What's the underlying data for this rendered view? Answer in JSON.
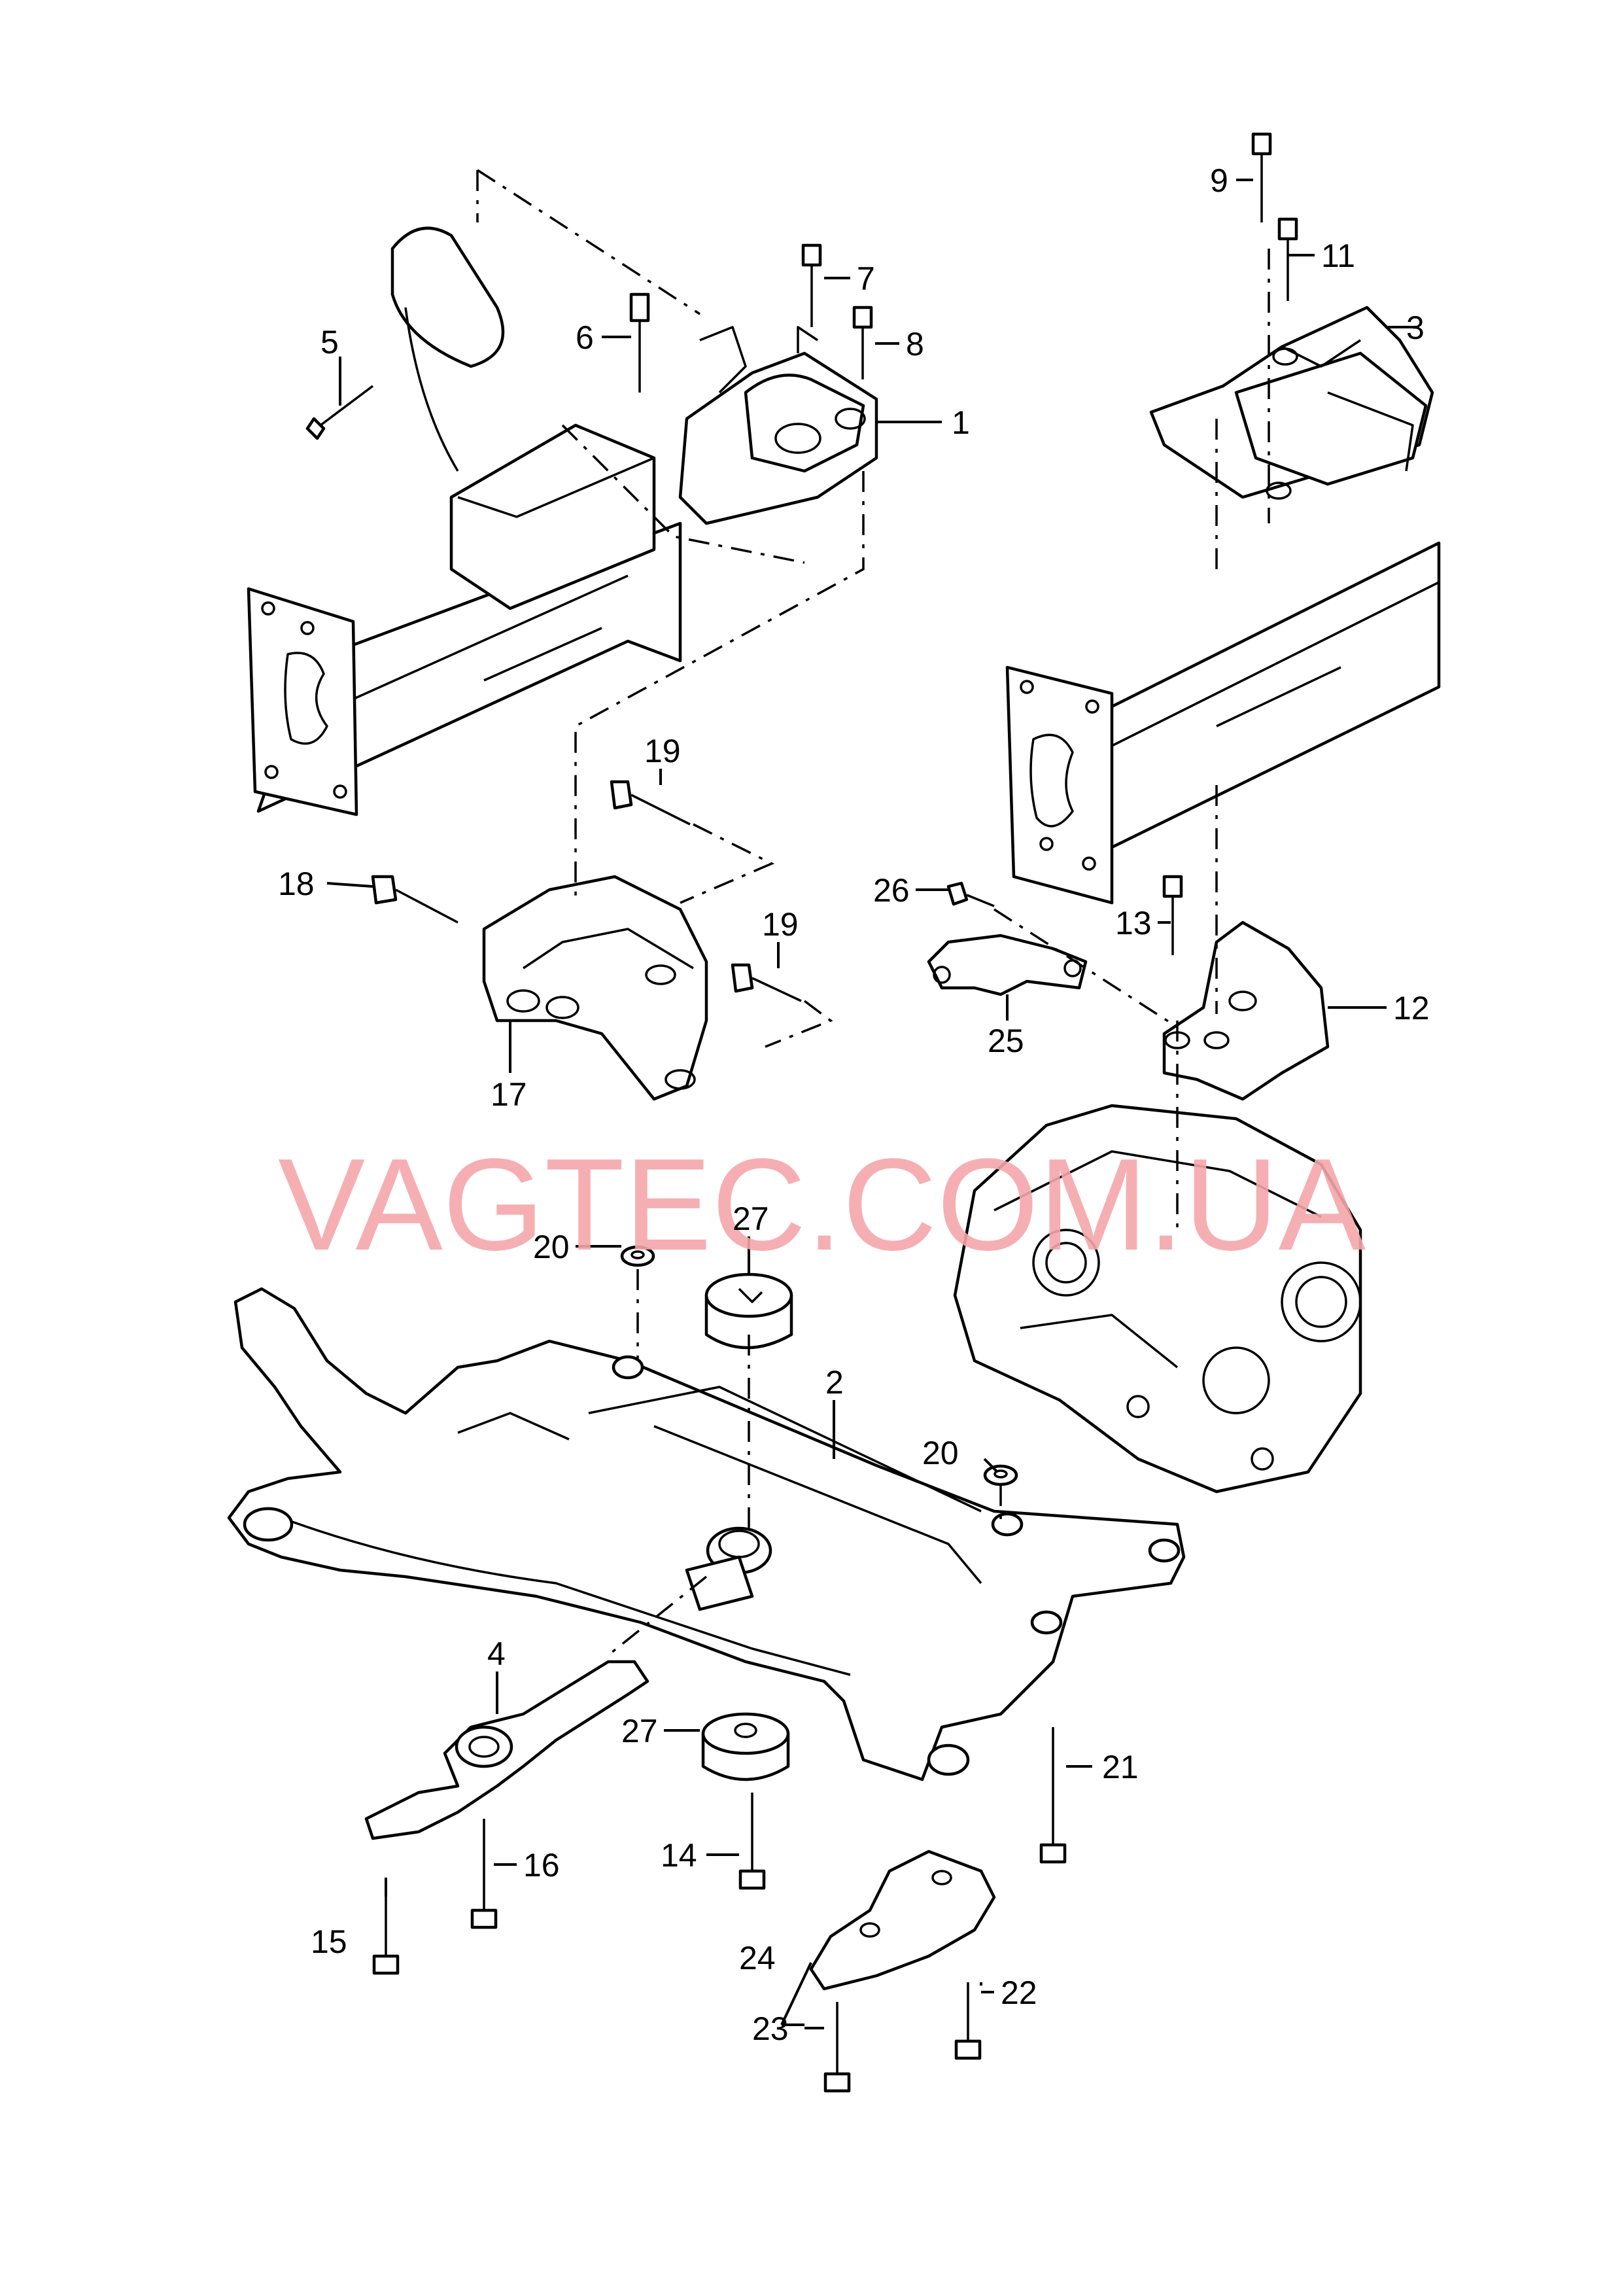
{
  "watermark": "VAGTEC.COM.UA",
  "watermark_color": "#f4a6aa",
  "callouts": {
    "c1": "1",
    "c2": "2",
    "c3": "3",
    "c4": "4",
    "c5": "5",
    "c6": "6",
    "c7": "7",
    "c8": "8",
    "c9": "9",
    "c11": "11",
    "c12": "12",
    "c13": "13",
    "c14": "14",
    "c15": "15",
    "c16": "16",
    "c17": "17",
    "c18": "18",
    "c19a": "19",
    "c19b": "19",
    "c20a": "20",
    "c20b": "20",
    "c21": "21",
    "c22": "22",
    "c23": "23",
    "c24": "24",
    "c25": "25",
    "c26": "26",
    "c27a": "27",
    "c27b": "27"
  }
}
